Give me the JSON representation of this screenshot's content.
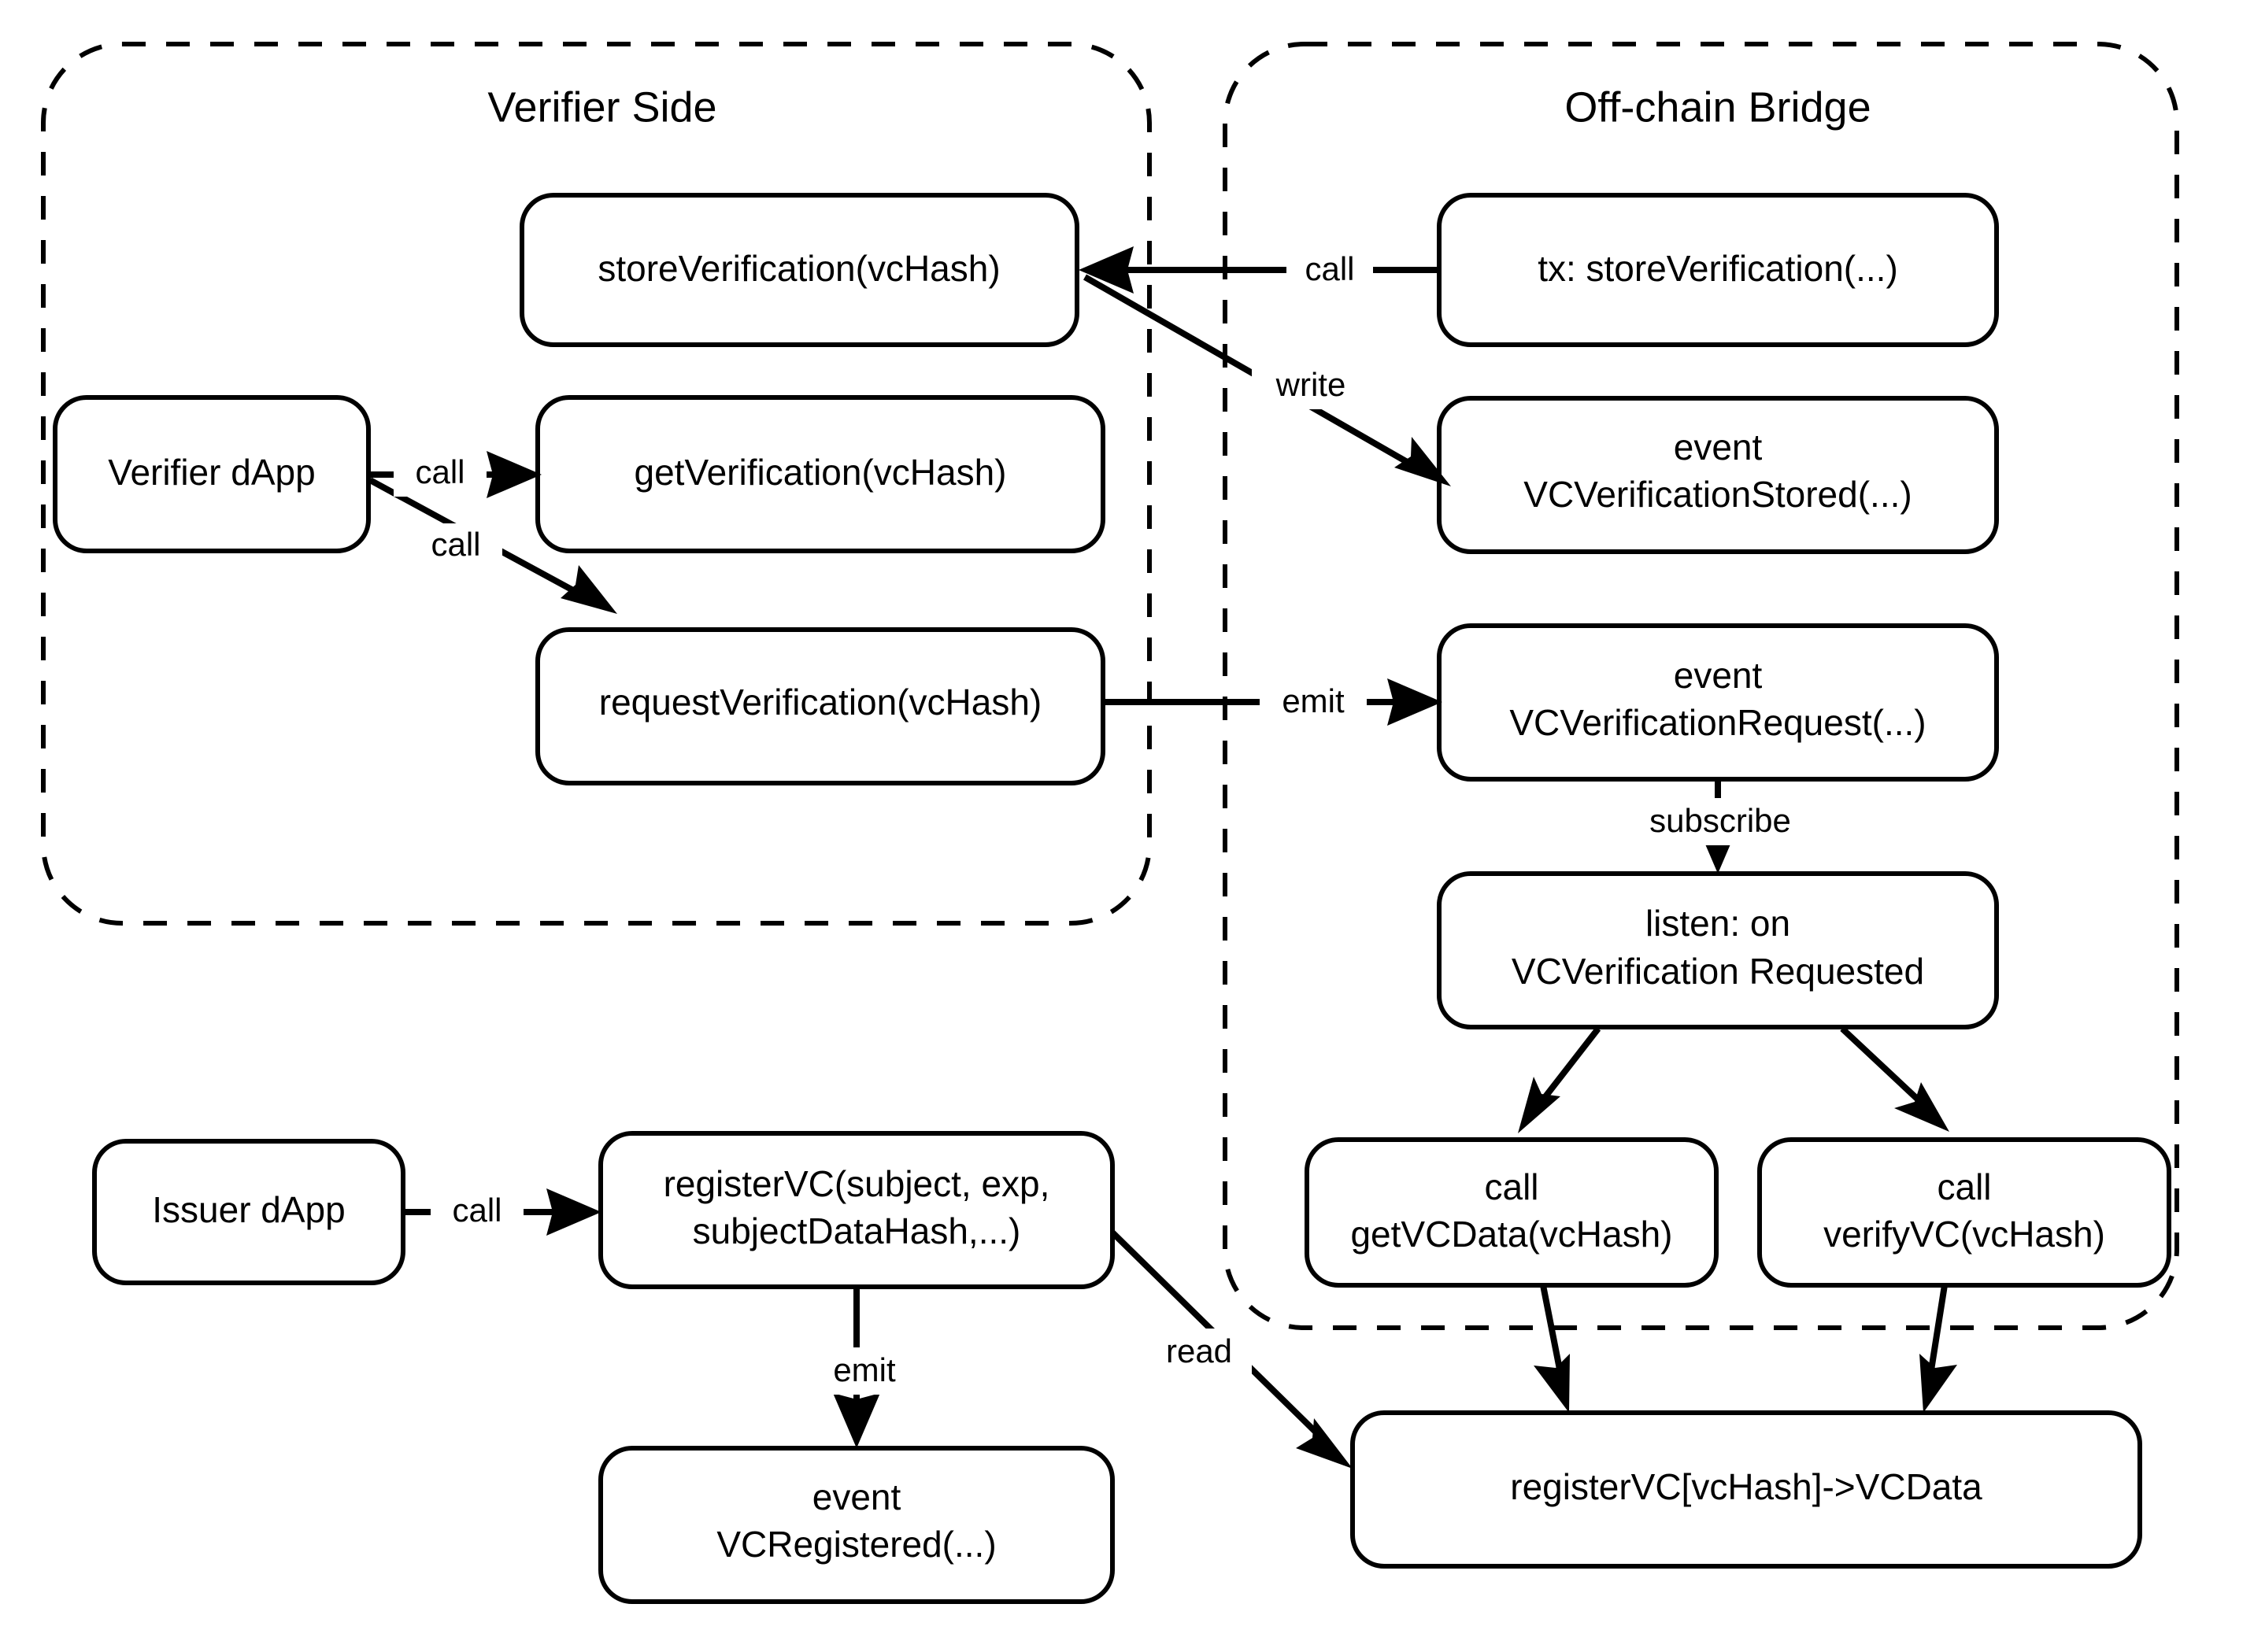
{
  "diagram": {
    "title": "VC verification flow across Verifier Side and Off-chain Bridge",
    "groups": [
      {
        "id": "verifier-side",
        "label": "Verifier Side"
      },
      {
        "id": "off-chain-bridge",
        "label": "Off-chain Bridge"
      }
    ],
    "nodes": [
      {
        "id": "store-verification",
        "lines": [
          "storeVerification(vcHash)"
        ]
      },
      {
        "id": "verifier-dapp",
        "lines": [
          "Verifier dApp"
        ]
      },
      {
        "id": "get-verification",
        "lines": [
          "getVerification(vcHash)"
        ]
      },
      {
        "id": "request-verification",
        "lines": [
          "requestVerification(vcHash)"
        ]
      },
      {
        "id": "tx-store-verification",
        "lines": [
          "tx: storeVerification(...)"
        ]
      },
      {
        "id": "event-vc-verification-stored",
        "lines": [
          "event",
          "VCVerificationStored(...)"
        ]
      },
      {
        "id": "event-vc-verification-request",
        "lines": [
          "event",
          "VCVerificationRequest(...)"
        ]
      },
      {
        "id": "listen-vc-verification-requested",
        "lines": [
          "listen: on",
          "VCVerification Requested"
        ]
      },
      {
        "id": "call-get-vc-data",
        "lines": [
          "call",
          "getVCData(vcHash)"
        ]
      },
      {
        "id": "call-verify-vc",
        "lines": [
          "call",
          "verifyVC(vcHash)"
        ]
      },
      {
        "id": "issuer-dapp",
        "lines": [
          "Issuer dApp"
        ]
      },
      {
        "id": "register-vc",
        "lines": [
          "registerVC(subject, exp,",
          "subjectDataHash,...)"
        ]
      },
      {
        "id": "event-vc-registered",
        "lines": [
          "event",
          "VCRegistered(...)"
        ]
      },
      {
        "id": "register-vc-mapping",
        "lines": [
          "registerVC[vcHash]->VCData"
        ]
      }
    ],
    "edges": [
      {
        "id": "edge-tx-to-store",
        "from": "tx-store-verification",
        "to": "store-verification",
        "label": "call"
      },
      {
        "id": "edge-tx-to-event-stored",
        "from": "tx-store-verification",
        "to": "event-vc-verification-stored",
        "label": "write"
      },
      {
        "id": "edge-dapp-to-get",
        "from": "verifier-dapp",
        "to": "get-verification",
        "label": "call"
      },
      {
        "id": "edge-dapp-to-request",
        "from": "verifier-dapp",
        "to": "request-verification",
        "label": "call"
      },
      {
        "id": "edge-request-to-event",
        "from": "request-verification",
        "to": "event-vc-verification-request",
        "label": "emit"
      },
      {
        "id": "edge-event-to-listen",
        "from": "event-vc-verification-request",
        "to": "listen-vc-verification-requested",
        "label": "subscribe"
      },
      {
        "id": "edge-listen-to-getvcdata",
        "from": "listen-vc-verification-requested",
        "to": "call-get-vc-data",
        "label": ""
      },
      {
        "id": "edge-listen-to-verifyvc",
        "from": "listen-vc-verification-requested",
        "to": "call-verify-vc",
        "label": ""
      },
      {
        "id": "edge-issuer-to-register",
        "from": "issuer-dapp",
        "to": "register-vc",
        "label": "call"
      },
      {
        "id": "edge-register-to-event",
        "from": "register-vc",
        "to": "event-vc-registered",
        "label": "emit"
      },
      {
        "id": "edge-register-to-mapping",
        "from": "register-vc",
        "to": "register-vc-mapping",
        "label": "read"
      },
      {
        "id": "edge-getvcdata-to-mapping",
        "from": "call-get-vc-data",
        "to": "register-vc-mapping",
        "label": ""
      },
      {
        "id": "edge-verifyvc-to-mapping",
        "from": "call-verify-vc",
        "to": "register-vc-mapping",
        "label": ""
      }
    ],
    "colors": {
      "stroke": "#000000",
      "fill": "#ffffff",
      "text": "#000000"
    }
  }
}
